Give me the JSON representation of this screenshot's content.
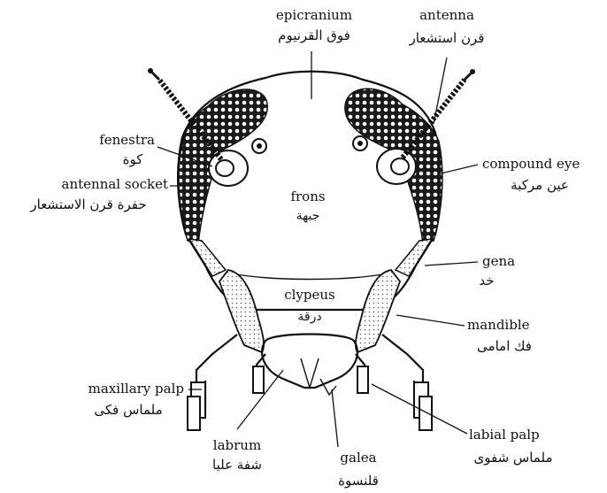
{
  "labels": {
    "epicranium": {
      "en": "epicranium",
      "ar": "فوق القرنيوم"
    },
    "antenna": {
      "en": "antenna",
      "ar": "قرن استشعار"
    },
    "fenestra": {
      "en": "fenestra",
      "ar": "كوة"
    },
    "antennal_socket": {
      "en": "antennal socket",
      "ar": "حفرة قرن الاستشعار"
    },
    "compound_eye": {
      "en": "compound eye",
      "ar": "عين مركبة"
    },
    "frons": {
      "en": "frons",
      "ar": "جبهة"
    },
    "gena": {
      "en": "gena",
      "ar": "خد"
    },
    "clypeus": {
      "en": "clypeus",
      "ar": "درقة"
    },
    "mandible": {
      "en": "mandible",
      "ar": "فك امامى"
    },
    "maxillary_palp": {
      "en": "maxillary palp",
      "ar": "ملماس فكى"
    },
    "labrum": {
      "en": "labrum",
      "ar": "شفة عليا"
    },
    "galea": {
      "en": "galea",
      "ar": "قلنسوة"
    },
    "labial_palp": {
      "en": "labial palp",
      "ar": "ملماس شفوى"
    }
  },
  "colors": {
    "ink": "#111111",
    "background": "#ffffff"
  }
}
